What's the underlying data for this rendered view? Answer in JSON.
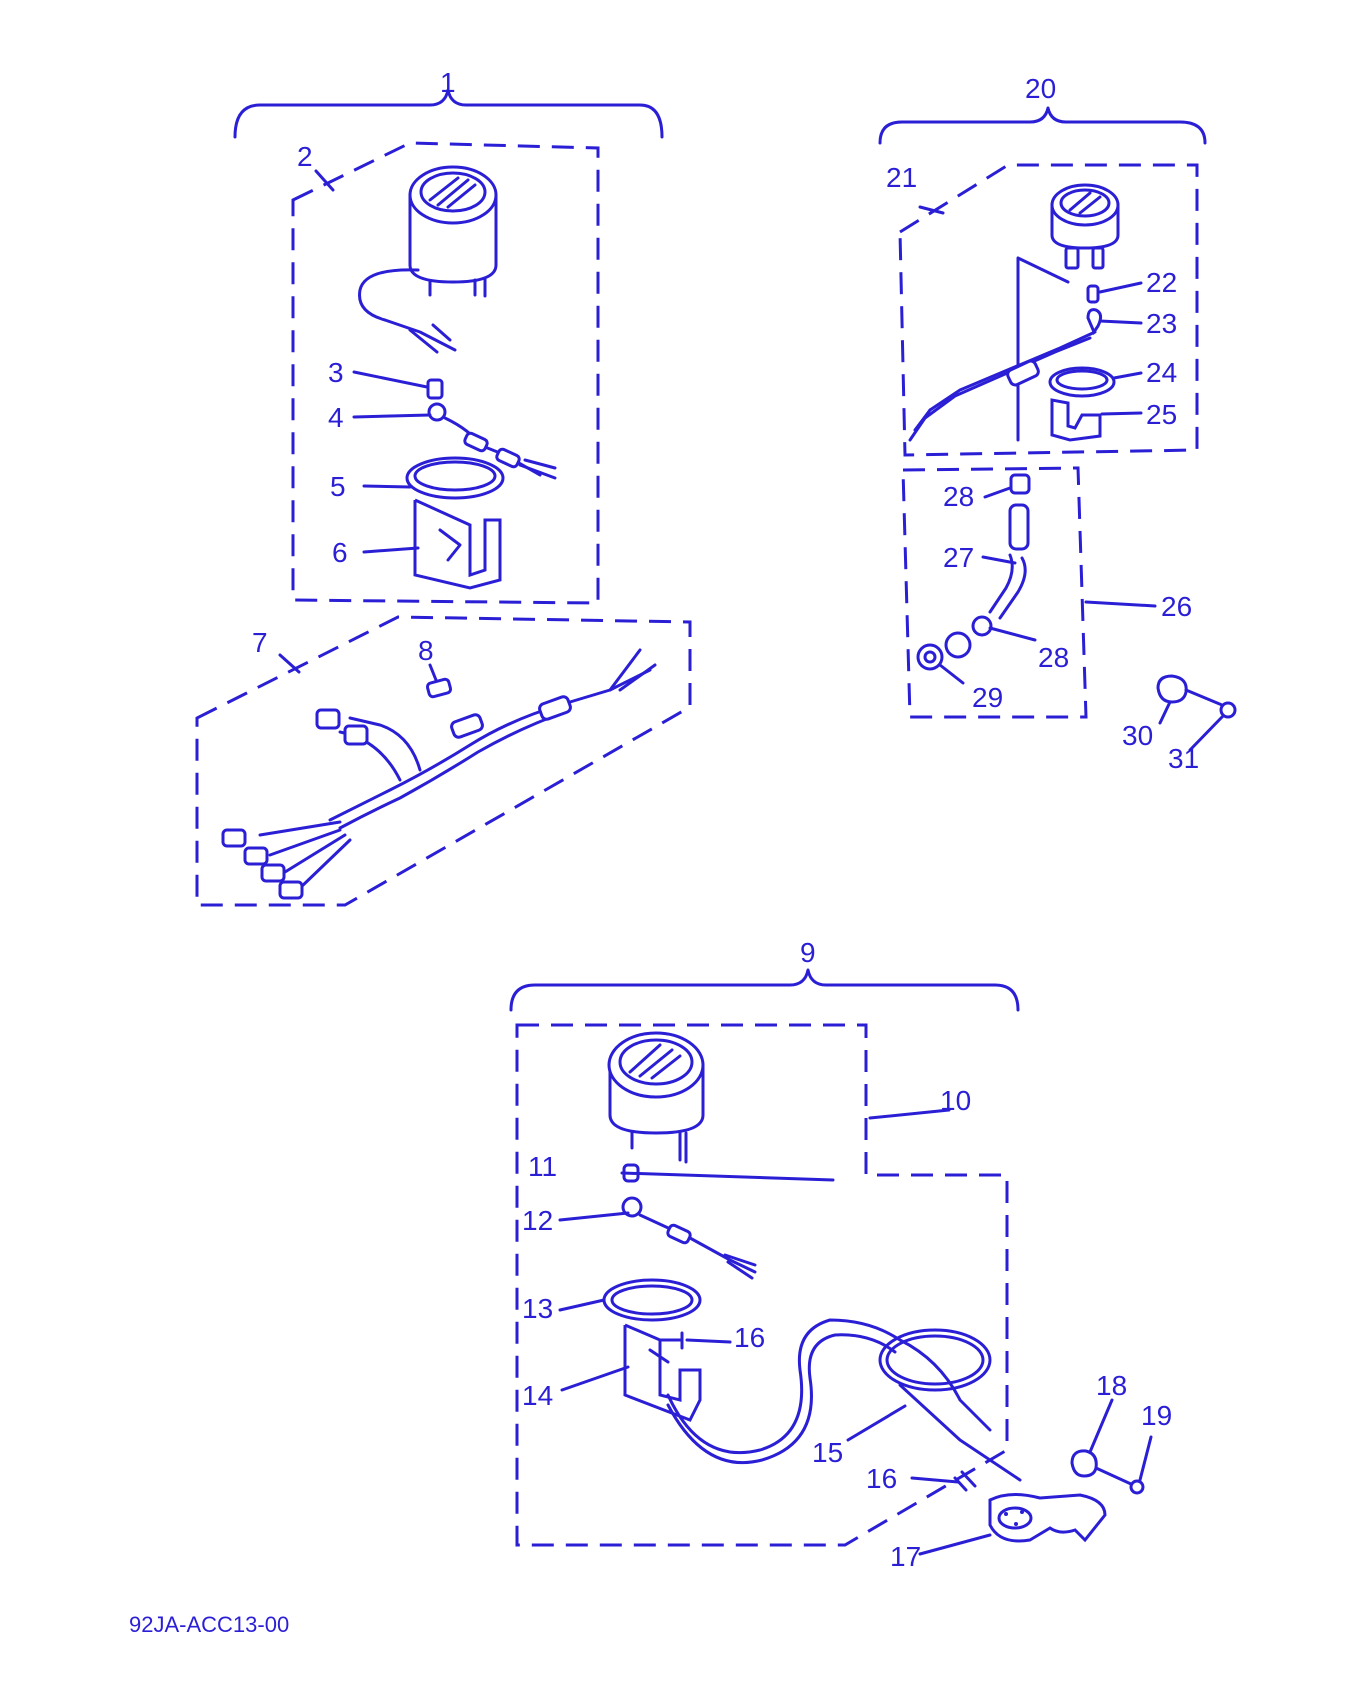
{
  "labels": {
    "1": "1",
    "2": "2",
    "3": "3",
    "4": "4",
    "5": "5",
    "6": "6",
    "7": "7",
    "8": "8",
    "9": "9",
    "10": "10",
    "11": "11",
    "12": "12",
    "13": "13",
    "14": "14",
    "15": "15",
    "16a": "16",
    "16b": "16",
    "17": "17",
    "18": "18",
    "19": "19",
    "20": "20",
    "21": "21",
    "22": "22",
    "23": "23",
    "24": "24",
    "25": "25",
    "26": "26",
    "27": "27",
    "28a": "28",
    "28b": "28",
    "29": "29",
    "30": "30",
    "31": "31"
  },
  "drawing_code": "92JA-ACC13-00",
  "colors": {
    "ink": "#2b1fd6",
    "background": "#ffffff"
  }
}
